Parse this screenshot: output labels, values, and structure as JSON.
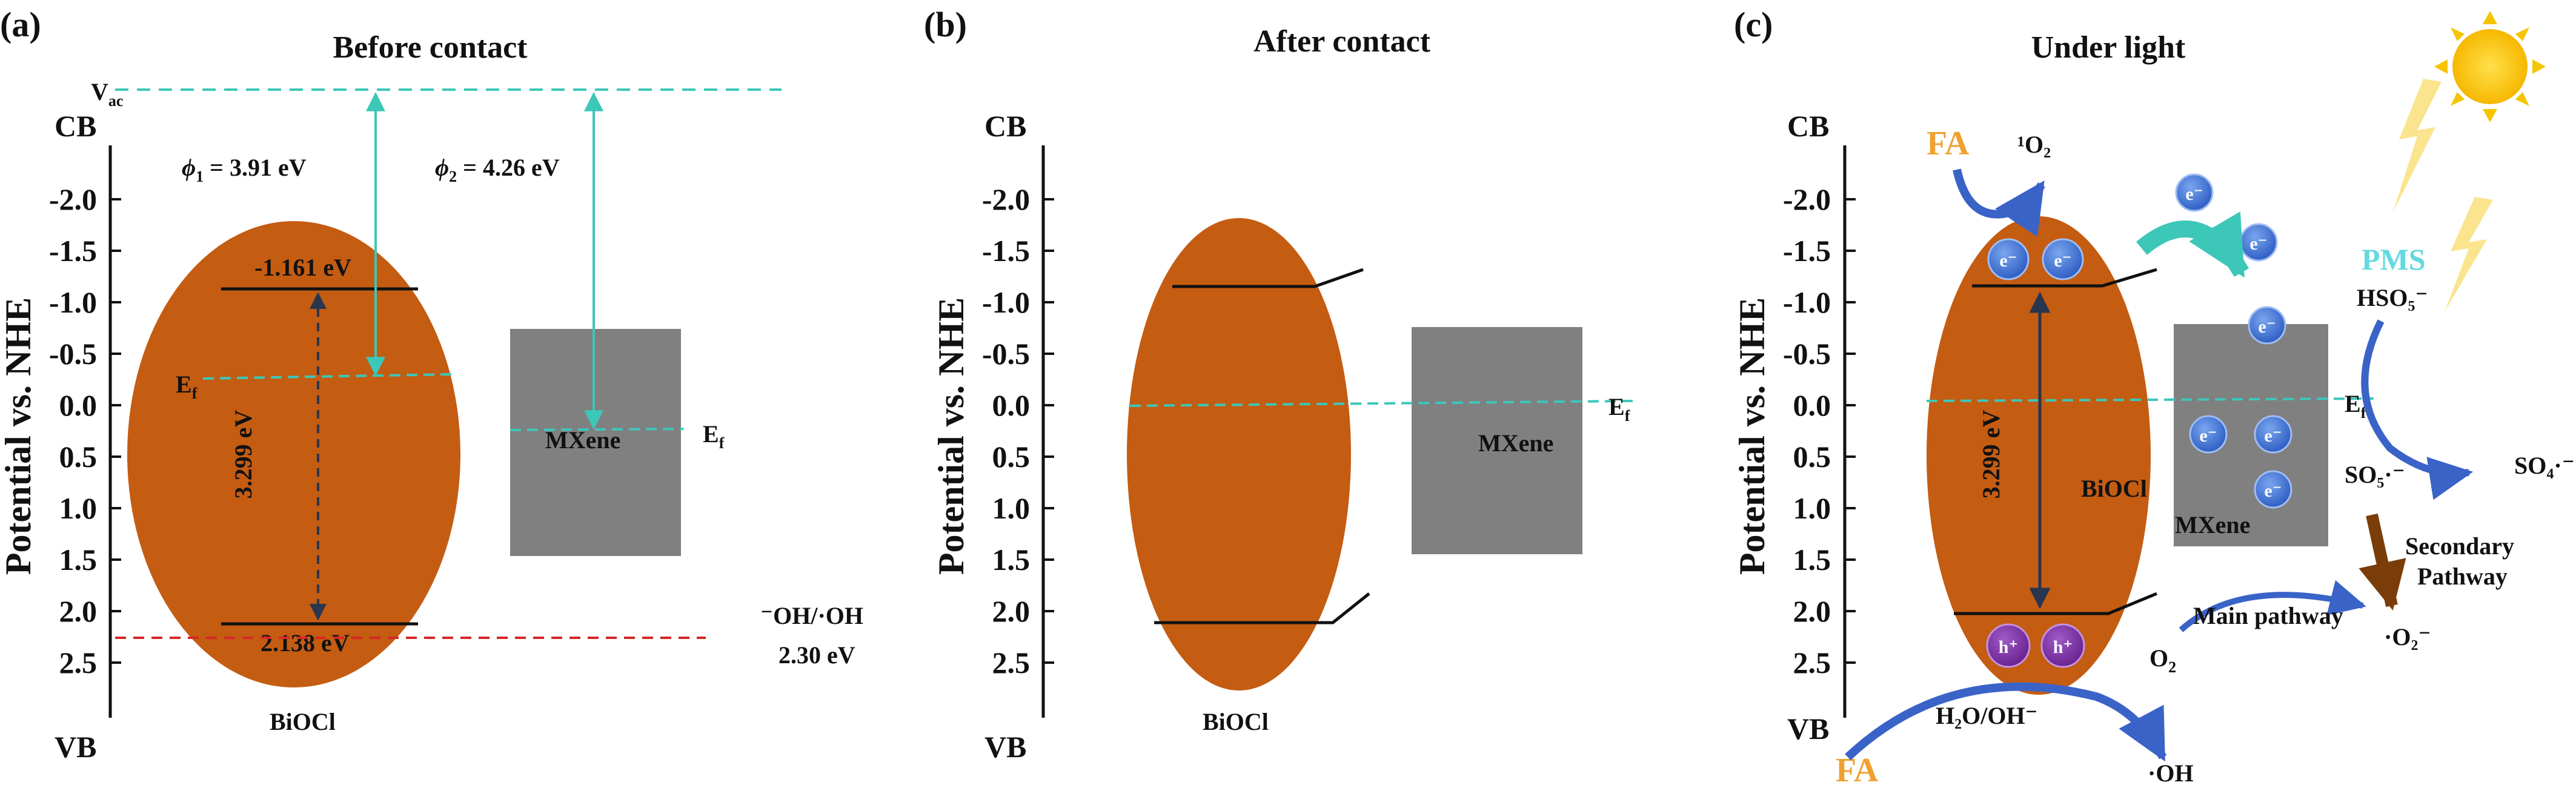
{
  "panels": [
    {
      "id": "a",
      "label": "(a)",
      "title": "Before contact"
    },
    {
      "id": "b",
      "label": "(b)",
      "title": "After contact"
    },
    {
      "id": "c",
      "label": "(c)",
      "title": "Under light"
    }
  ],
  "axis": {
    "ylabel": "Potential vs. NHE",
    "cb": "CB",
    "vb": "VB",
    "ticks": [
      "-2.0",
      "-1.5",
      "-1.0",
      "-0.5",
      "0.0",
      "0.5",
      "1.0",
      "1.5",
      "2.0",
      "2.5"
    ]
  },
  "labels": {
    "vac": "V",
    "vac_sub": "ac",
    "phi1": "ϕ",
    "phi1_sub": "1",
    "phi1_val": " = 3.91 eV",
    "phi2": "ϕ",
    "phi2_sub": "2",
    "phi2_val": " = 4.26 eV",
    "cb_level": "-1.161 eV",
    "vb_level": "2.138 eV",
    "gap": "3.299 eV",
    "ef": "E",
    "ef_sub": "f",
    "mxene": "MXene",
    "biocl": "BiOCl",
    "oh_couple": "⁻OH/·OH",
    "oh_value": "2.30 eV",
    "fa": "FA",
    "singlet_o2": "¹O₂",
    "pms": "PMS",
    "hso5": "HSO₅⁻",
    "so5": "SO₅·⁻",
    "so4": "SO₄·⁻",
    "secondary": "Secondary",
    "pathway": "Pathway",
    "main_pathway": "Main pathway",
    "o2": "O",
    "o2_sub": "2",
    "superoxide": "·O₂⁻",
    "h2o": "H₂O/OH⁻",
    "oh_radical": "·OH",
    "electron": "e⁻",
    "hole": "h⁺"
  },
  "colors": {
    "biocl": "#c45c12",
    "mxene": "#808080",
    "teal": "#3cc7b8",
    "red_dash": "#d62828",
    "arrow_blue": "#3a63c8",
    "electron": "#3a6ed0",
    "hole": "#7a2d9e",
    "fa": "#f0a030",
    "pms": "#63d9e0",
    "brown": "#7a3d0a"
  }
}
